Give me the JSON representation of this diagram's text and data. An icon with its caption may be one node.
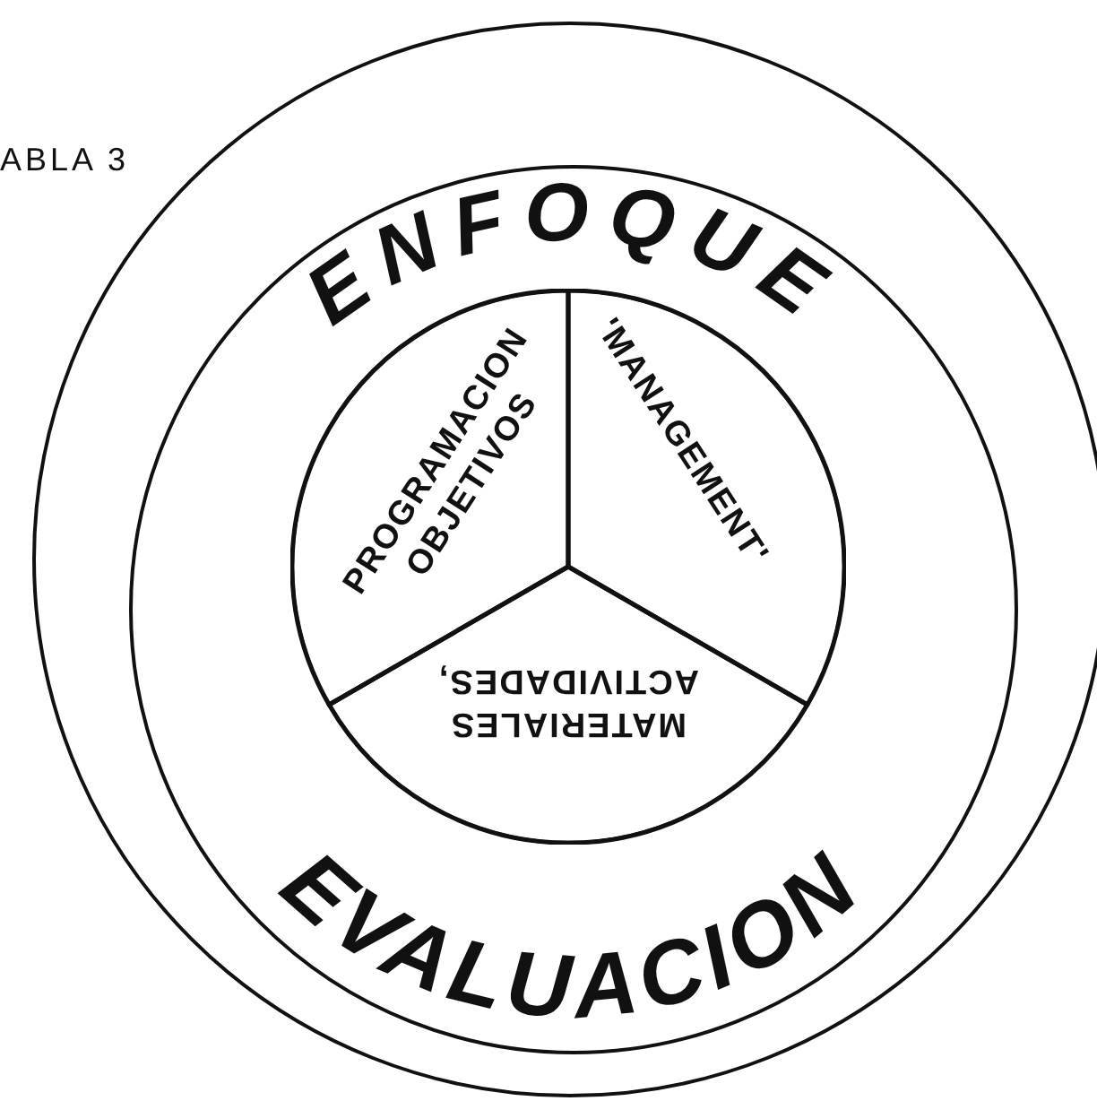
{
  "diagram": {
    "nodes": [
      {
        "text": [],
        "shape": "circle"
      },
      {
        "text": [
          "ENFOQUE",
          "EVALUACION"
        ],
        "in": 0
      },
      {
        "text": [],
        "shape": "circle",
        "in": 1
      },
      {
        "text": [
          "PROGRAMACION OBJETIVOS"
        ],
        "in": 2
      },
      {
        "text": [
          "'MANAGEMENT'"
        ],
        "in": 2
      },
      {
        "text": [
          "MATERIALES ACTIVIDADES,"
        ],
        "in": 2
      }
    ],
    "edges": [],
    "labels": [
      "ABLA 3"
    ]
  }
}
